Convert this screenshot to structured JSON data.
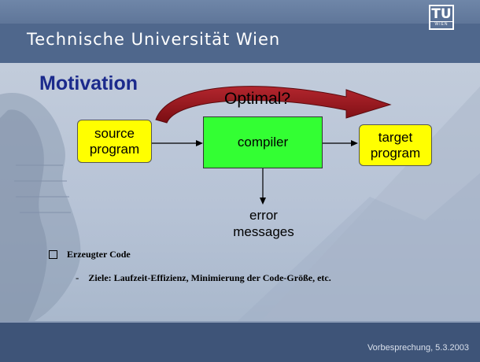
{
  "header": {
    "university": "Technische Universität Wien",
    "logo_main": "TU",
    "logo_sub": "WIEN"
  },
  "slide": {
    "title": "Motivation",
    "optimal_label": "Optimal?",
    "source_box": {
      "line1": "source",
      "line2": "program"
    },
    "compiler_box": {
      "label": "compiler"
    },
    "target_box": {
      "line1": "target",
      "line2": "program"
    },
    "error_output": {
      "line1": "error",
      "line2": "messages"
    },
    "bullet": "Erzeugter Code",
    "sub_bullet_dash": "-",
    "sub_bullet": "Ziele: Laufzeit-Effizienz, Minimierung der Code-Größe, etc."
  },
  "footer": {
    "text": "Vorbesprechung, 5.3.2003"
  },
  "colors": {
    "title": "#1b2a8c",
    "box_yellow": "#ffff00",
    "box_green": "#33ff33",
    "curved_arrow": "#a0141b"
  }
}
